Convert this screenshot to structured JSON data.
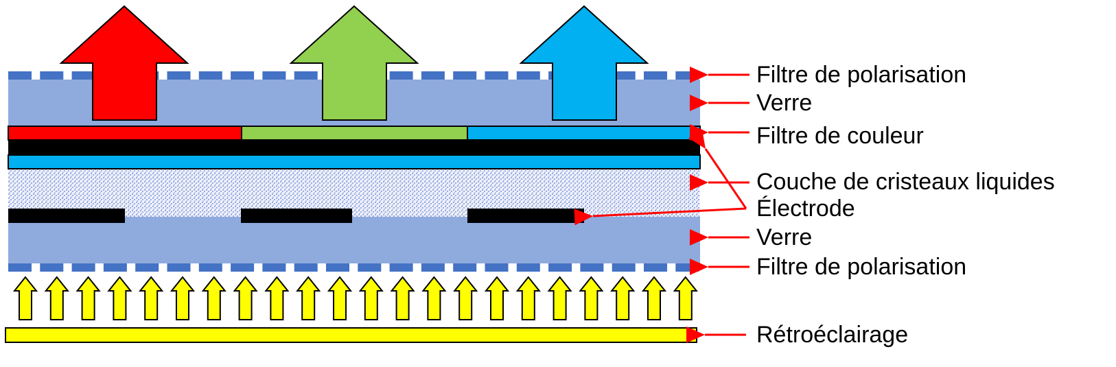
{
  "labels": {
    "polarizer_top": "Filtre de polarisation",
    "glass_top": "Verre",
    "color_filter": "Filtre de couleur",
    "liquid_crystal": "Couche de cristeaux liquides",
    "electrode": "Électrode",
    "glass_bottom": "Verre",
    "polarizer_bottom": "Filtre de polarisation",
    "backlight": "Rétroéclairage"
  },
  "colors": {
    "red": "#ff0000",
    "green": "#92d050",
    "blue": "#00b0f0",
    "glass": "#8faadc",
    "polarizer": "#4472c4",
    "liquid_crystal_dots": "#5b7bd5",
    "electrode": "#000000",
    "backlight": "#ffff00",
    "pointer_arrow": "#ff0000"
  },
  "icons": {
    "light_out": "up-arrow",
    "light_in": "up-arrow",
    "pointer": "left-arrow"
  }
}
